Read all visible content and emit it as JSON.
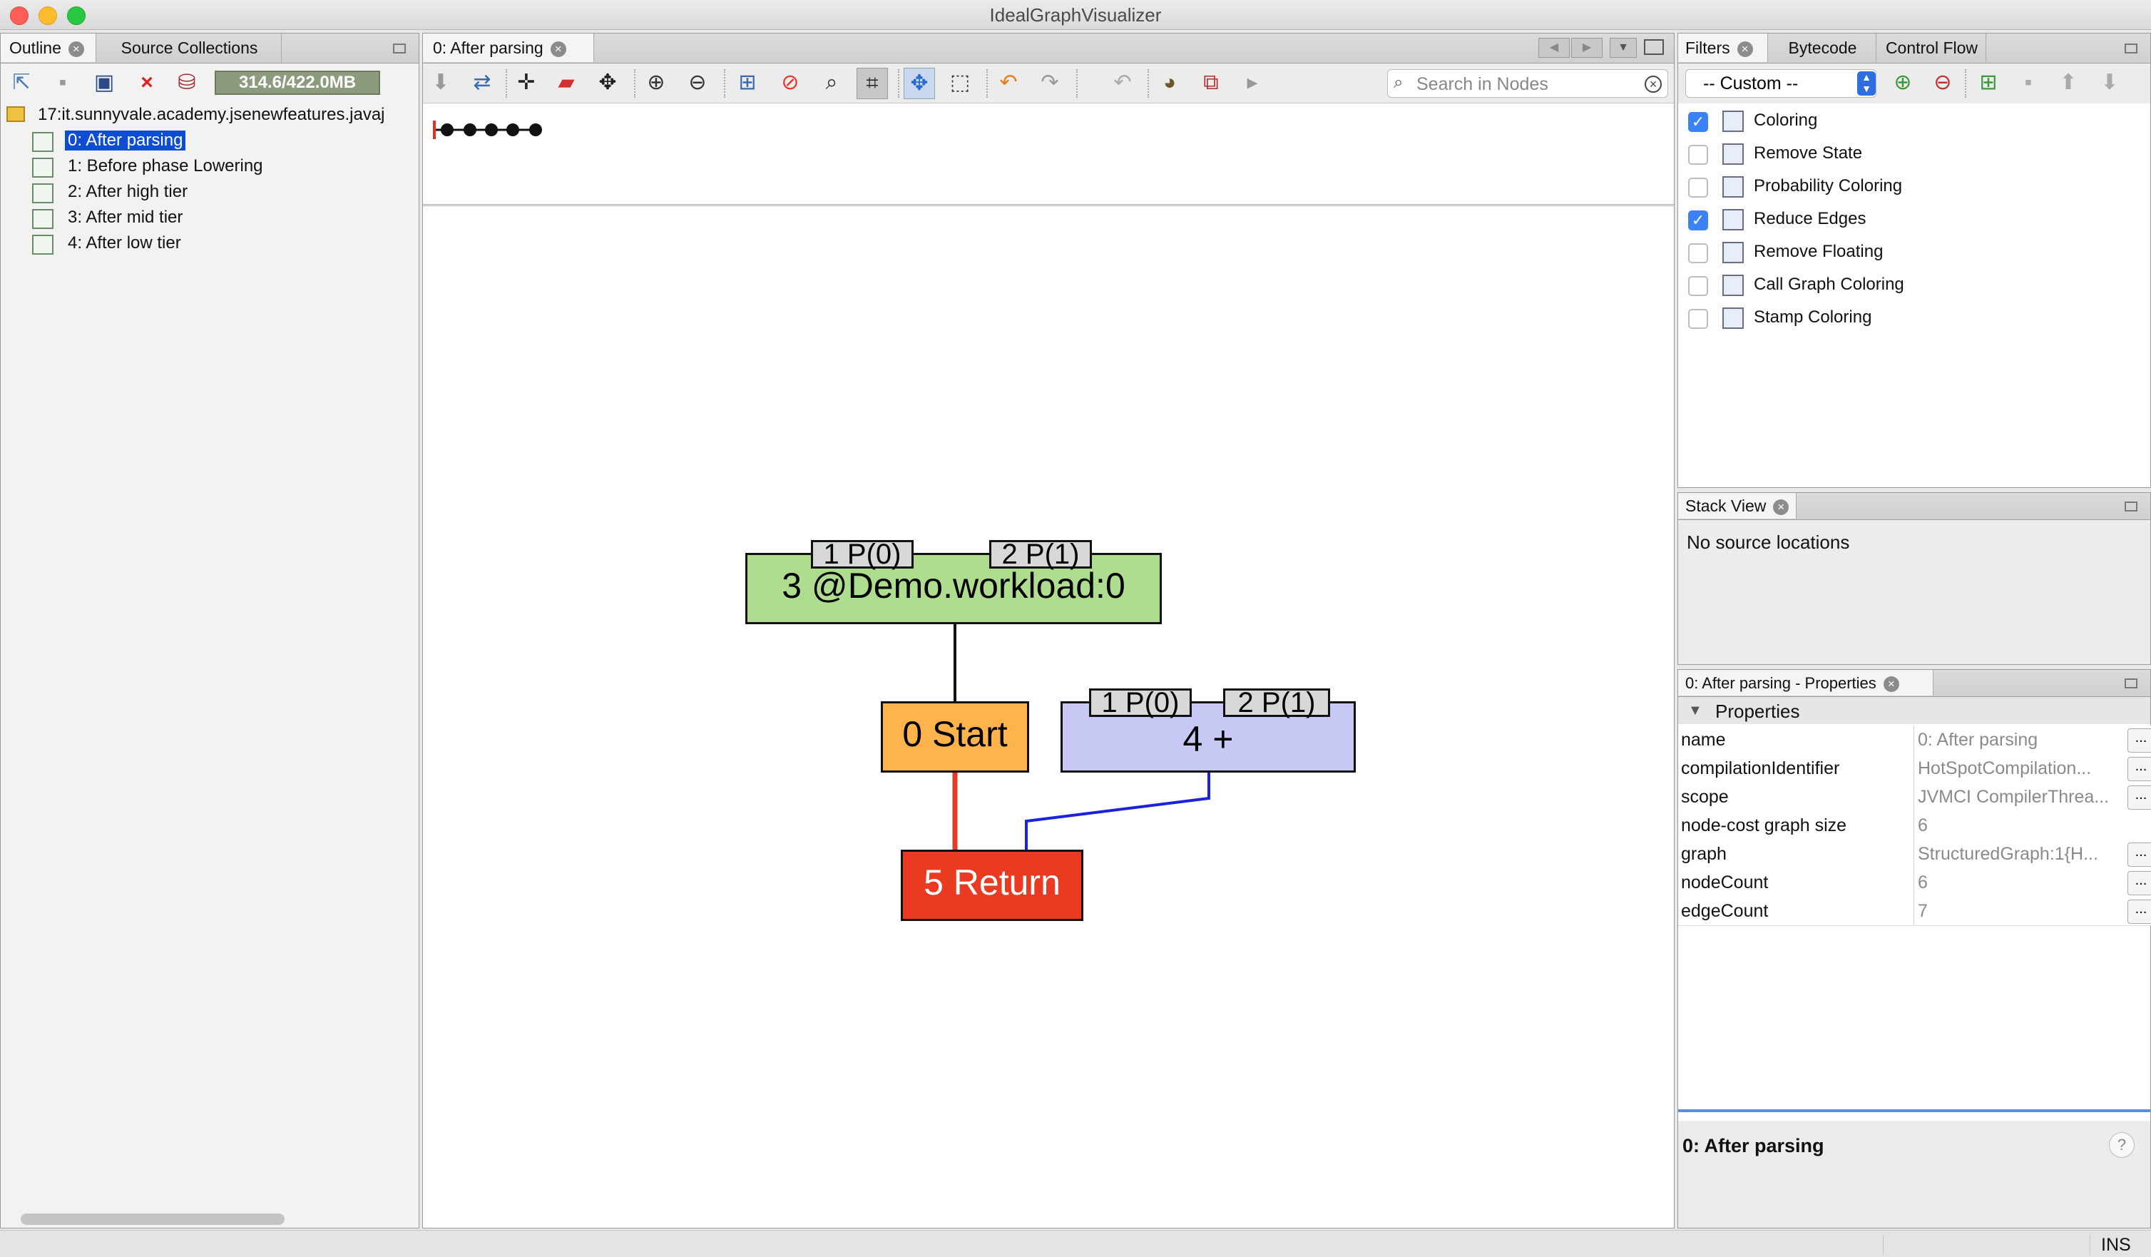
{
  "window": {
    "title": "IdealGraphVisualizer"
  },
  "outline": {
    "tabs": [
      "Outline",
      "Source Collections"
    ],
    "memory": "314.6/422.0MB",
    "group": "17:it.sunnyvale.academy.jsenewfeatures.javaj",
    "items": [
      "0: After parsing",
      "1: Before phase Lowering",
      "2: After high tier",
      "3: After mid tier",
      "4: After low tier"
    ],
    "selected_index": 0
  },
  "editor": {
    "tab": "0: After parsing",
    "search_placeholder": "Search in Nodes"
  },
  "graph": {
    "nodes": {
      "n3": {
        "label": "3 @Demo.workload:0",
        "color": "#aedd8f"
      },
      "n0": {
        "label": "0 Start",
        "color": "#ffb34d"
      },
      "n4": {
        "label": "4 +",
        "color": "#c8c8f5"
      },
      "n5": {
        "label": "5 Return",
        "color": "#ea3a22"
      }
    },
    "ports": {
      "p1": "1 P(0)",
      "p2": "2 P(1)"
    }
  },
  "filters": {
    "tabs": [
      "Filters",
      "Bytecode",
      "Control Flow"
    ],
    "profile": "-- Custom --",
    "items": [
      {
        "label": "Coloring",
        "checked": true
      },
      {
        "label": "Remove State",
        "checked": false
      },
      {
        "label": "Probability Coloring",
        "checked": false
      },
      {
        "label": "Reduce Edges",
        "checked": true
      },
      {
        "label": "Remove Floating",
        "checked": false
      },
      {
        "label": "Call Graph Coloring",
        "checked": false
      },
      {
        "label": "Stamp Coloring",
        "checked": false
      }
    ]
  },
  "stack": {
    "tab": "Stack View",
    "message": "No source locations"
  },
  "properties": {
    "tab": "0: After parsing - Properties",
    "section": "Properties",
    "rows": [
      {
        "key": "name",
        "value": "0: After parsing"
      },
      {
        "key": "compilationIdentifier",
        "value": "HotSpotCompilation..."
      },
      {
        "key": "scope",
        "value": "JVMCI CompilerThrea..."
      },
      {
        "key": "node-cost graph size",
        "value": "6"
      },
      {
        "key": "graph",
        "value": "StructuredGraph:1{H..."
      },
      {
        "key": "nodeCount",
        "value": "6"
      },
      {
        "key": "edgeCount",
        "value": "7"
      }
    ],
    "description_title": "0: After parsing",
    "help": "?"
  },
  "status": {
    "mode": "INS"
  }
}
